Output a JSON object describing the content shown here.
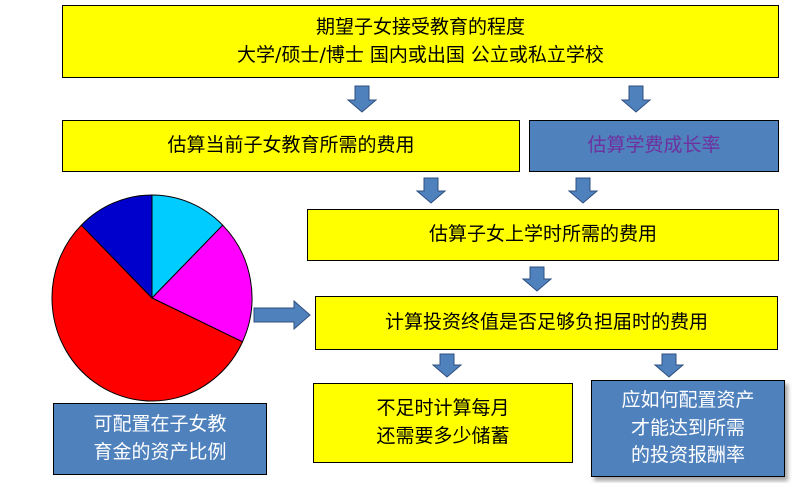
{
  "boxes": {
    "goal": {
      "line1": "期望子女接受教育的程度",
      "line2": "大学/硕士/博士  国内或出国  公立或私立学校"
    },
    "estimate_current_cost": "估算当前子女教育所需的费用",
    "estimate_growth_rate": "估算学费成长率",
    "estimate_future_cost": "估算子女上学时所需的费用",
    "check_investment": "计算投资终值是否足够负担届时的费用",
    "monthly_saving": {
      "line1": "不足时计算每月",
      "line2": "还需要多少储蓄"
    },
    "required_return": {
      "line1": "应如何配置资产",
      "line2": "才能达到所需",
      "line3": "的投资报酬率"
    },
    "asset_ratio": {
      "line1": "可配置在子女教",
      "line2": "育金的资产比例"
    }
  },
  "pie": {
    "slices": [
      {
        "fraction": 0.125,
        "color": "#00ccff"
      },
      {
        "fraction": 0.195,
        "color": "#ff00ff"
      },
      {
        "fraction": 0.555,
        "color": "#ff0000"
      },
      {
        "fraction": 0.125,
        "color": "#0000cc"
      }
    ]
  },
  "colors": {
    "box_yellow": "#ffff00",
    "box_blue": "#4f81bd",
    "arrow": "#4f81bd",
    "growth_rate_text": "#7030a0"
  }
}
